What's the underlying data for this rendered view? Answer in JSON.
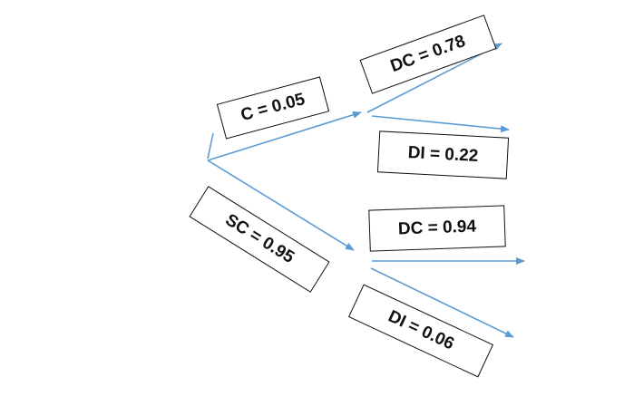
{
  "diagram": {
    "edge_color": "#5B9BD5",
    "labels": {
      "c": "C = 0.05",
      "dc_upper": "DC = 0.78",
      "di_upper": "DI = 0.22",
      "sc": "SC = 0.95",
      "dc_lower": "DC = 0.94",
      "di_lower": "DI = 0.06"
    }
  }
}
